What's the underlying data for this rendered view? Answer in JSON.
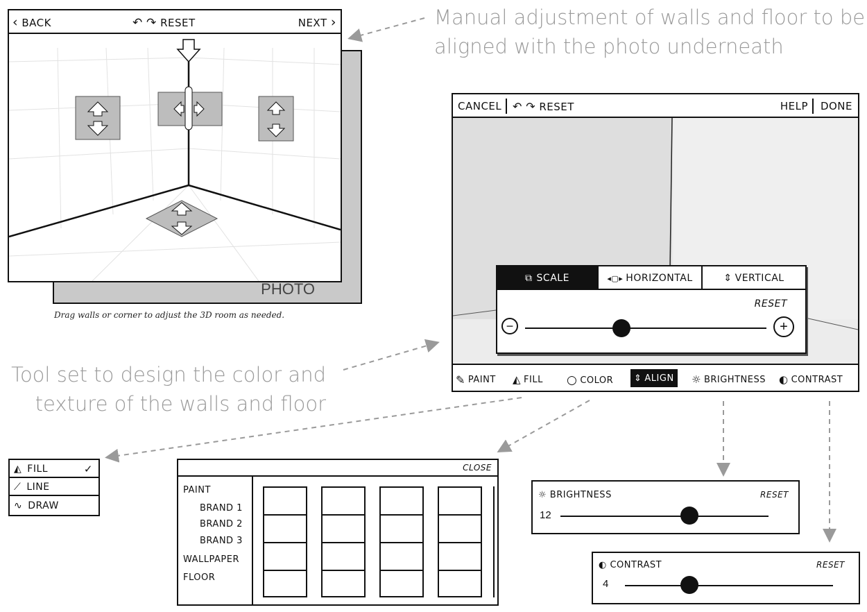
{
  "annotations": {
    "manual_adjust_line1": "Manual adjustment of walls and floor to be",
    "manual_adjust_line2": "aligned with the photo underneath",
    "toolset_line1": "Tool set to design the color and",
    "toolset_line2": "texture of the walls and floor"
  },
  "screen1": {
    "back": "BACK",
    "reset": "RESET",
    "next": "NEXT",
    "photo_label": "PHOTO",
    "caption": "Drag walls or corner to adjust the 3D room as needed."
  },
  "screen2": {
    "cancel": "CANCEL",
    "reset": "RESET",
    "help": "HELP",
    "done": "DONE",
    "tabs": [
      "SCALE",
      "HORIZONTAL",
      "VERTICAL"
    ],
    "panel_reset": "RESET",
    "slider_value": 0.4,
    "tools": [
      "PAINT",
      "FILL",
      "COLOR",
      "ALIGN",
      "BRIGHTNESS",
      "CONTRAST"
    ],
    "active_tool": "ALIGN"
  },
  "fill_menu": {
    "items": [
      "FILL",
      "LINE",
      "DRAW"
    ],
    "checked": "FILL"
  },
  "paint_panel": {
    "close": "CLOSE",
    "categories": [
      "PAINT",
      "BRAND 1",
      "BRAND 2",
      "BRAND 3",
      "WALLPAPER",
      "FLOOR"
    ]
  },
  "brightness_panel": {
    "label": "BRIGHTNESS",
    "reset": "RESET",
    "value_text": "12",
    "slider_value": 0.62
  },
  "contrast_panel": {
    "label": "CONTRAST",
    "reset": "RESET",
    "value_text": "4",
    "slider_value": 0.31
  }
}
